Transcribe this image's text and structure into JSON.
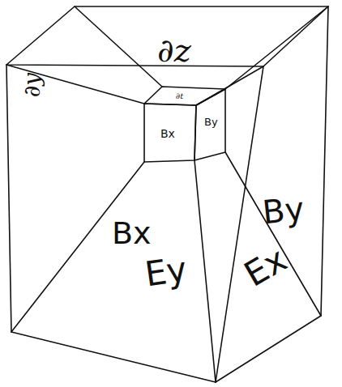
{
  "diagram": {
    "labels": [
      "∂z",
      "∂t",
      "Bx",
      "By",
      "∂y",
      "Bx",
      "Ey",
      "By",
      "Ex"
    ]
  }
}
